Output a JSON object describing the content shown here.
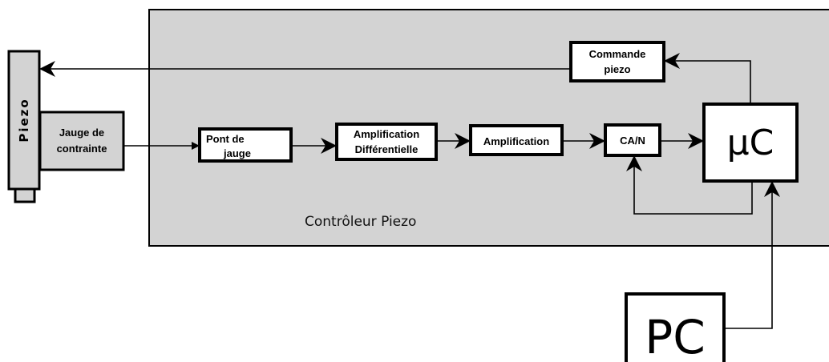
{
  "diagram": {
    "piezo": "Piezo",
    "gauge": {
      "line1": "Jauge de",
      "line2": "contrainte"
    },
    "panel_label": "Contrôleur Piezo",
    "bridge": {
      "line1": "Pont de",
      "line2": "jauge"
    },
    "diff_amp": {
      "line1": "Amplification",
      "line2": "Différentielle"
    },
    "amp": "Amplification",
    "adc": "CA/N",
    "mcu": "µC",
    "command": {
      "line1": "Commande",
      "line2": "piezo"
    },
    "pc": "PC"
  }
}
